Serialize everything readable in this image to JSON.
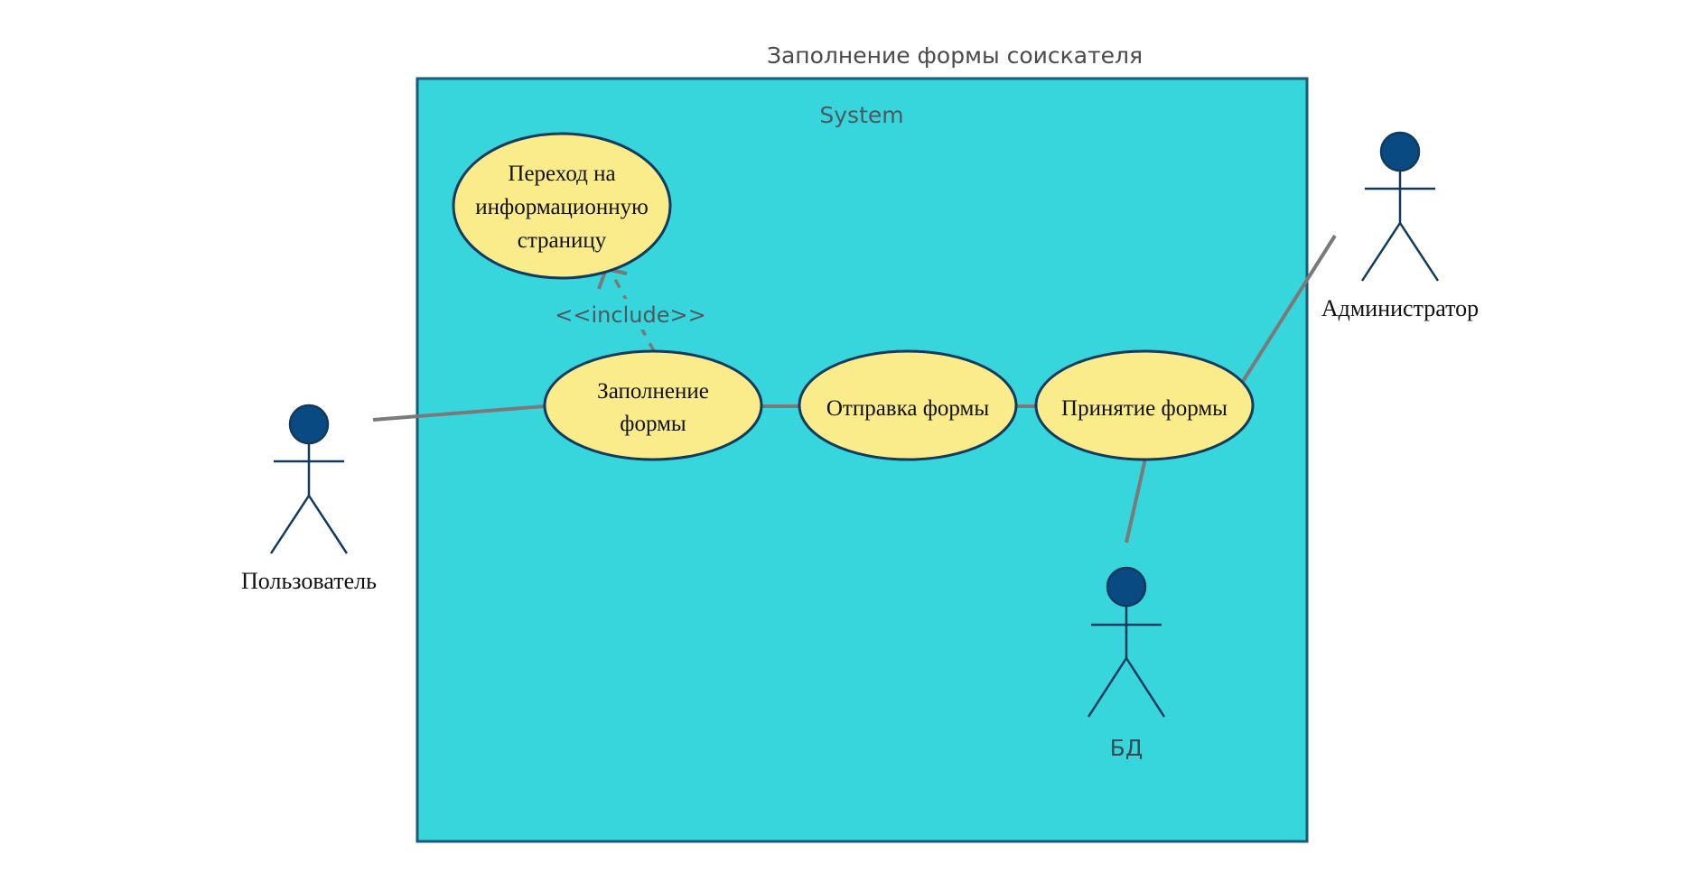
{
  "title": "Заполнение формы соискателя",
  "system": {
    "label": "System"
  },
  "use_cases": {
    "info_page": [
      "Переход на",
      "информационную",
      "страницу"
    ],
    "fill_form": [
      "Заполнение",
      "формы"
    ],
    "send_form": [
      "Отправка формы"
    ],
    "accept_form": [
      "Принятие формы"
    ]
  },
  "relations": {
    "include_label": "<<include>>"
  },
  "actors": {
    "user": "Пользователь",
    "admin": "Администратор",
    "db": "БД"
  },
  "colors": {
    "system_fill": "#36d6dc",
    "system_border": "#1a5a7a",
    "use_case_fill": "#faec8a",
    "use_case_border": "#123a5c",
    "actor_head": "#0a4a82",
    "actor_line": "#123a5c",
    "connector": "#7a7a7a"
  }
}
